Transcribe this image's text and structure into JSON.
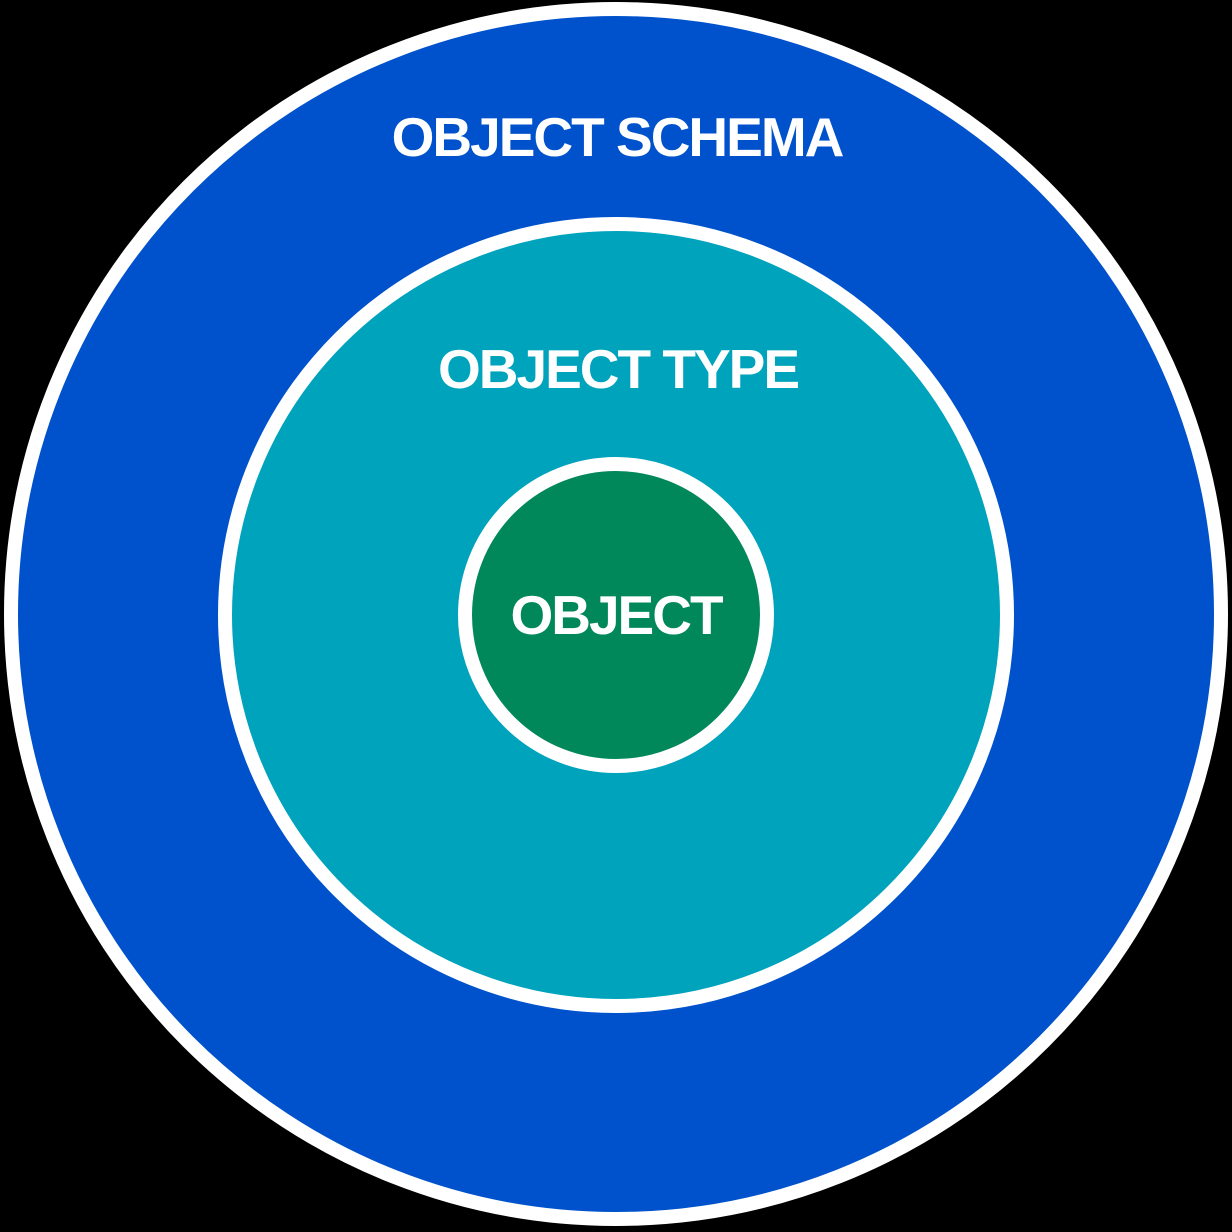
{
  "diagram": {
    "type": "concentric-circles",
    "background_color": "#000000",
    "stroke_color": "#FFFFFF",
    "label_color": "#FFFFFF",
    "rings": [
      {
        "label": "OBJECT SCHEMA",
        "color": "#0052CC"
      },
      {
        "label": "OBJECT TYPE",
        "color": "#00A3BC"
      },
      {
        "label": "OBJECT",
        "color": "#00875A"
      }
    ]
  }
}
